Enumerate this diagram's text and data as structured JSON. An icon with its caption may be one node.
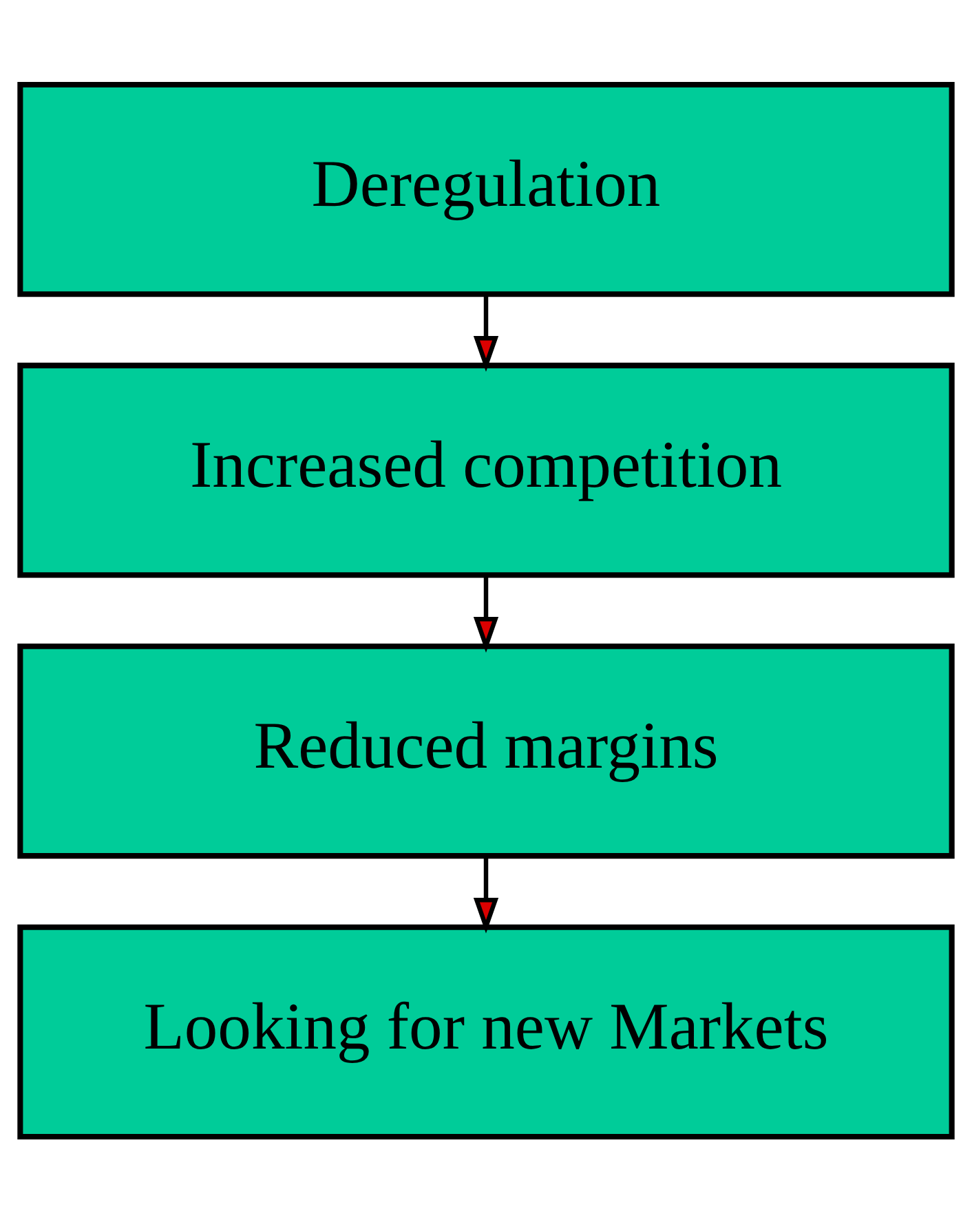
{
  "diagram": {
    "nodes": [
      {
        "text": [
          "Deregulation"
        ]
      },
      {
        "text": [
          "Increased competition"
        ]
      },
      {
        "text": [
          "Reduced margins"
        ]
      },
      {
        "text": [
          "Looking for new Markets"
        ]
      }
    ],
    "edges": [
      {
        "from": 0,
        "to": 1,
        "arrow": "to"
      },
      {
        "from": 1,
        "to": 2,
        "arrow": "to"
      },
      {
        "from": 2,
        "to": 3,
        "arrow": "to"
      }
    ]
  }
}
